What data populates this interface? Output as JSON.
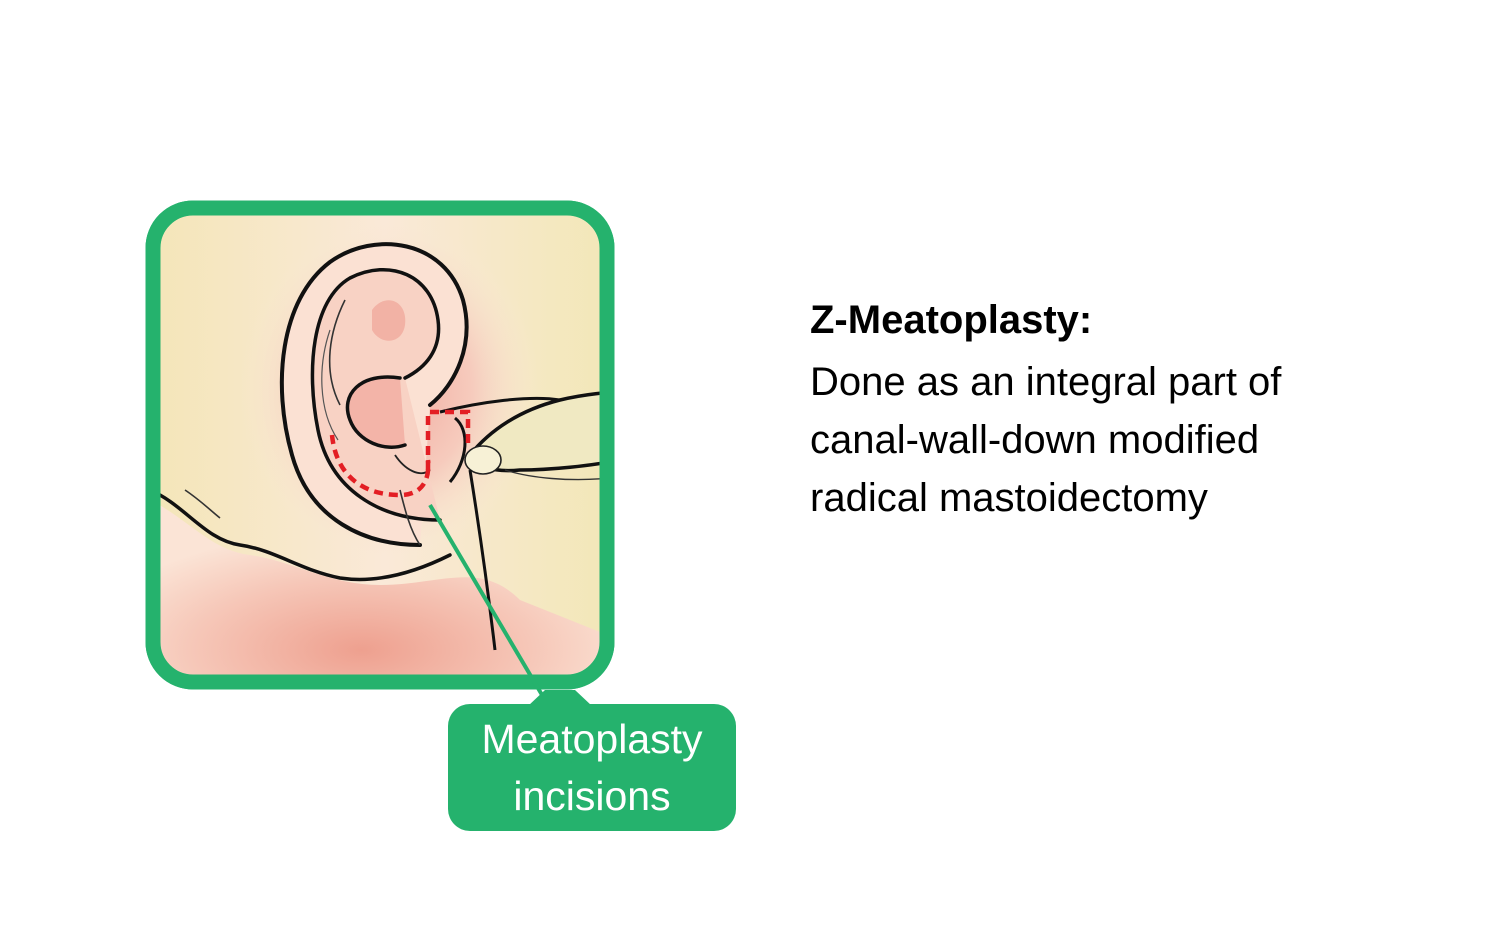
{
  "text_panel": {
    "title": "Z-Meatoplasty:",
    "description_lines": [
      "Done as an integral part of",
      "canal-wall-down modified",
      "radical mastoidectomy"
    ]
  },
  "callout": {
    "lines": [
      "Meatoplasty",
      "incisions"
    ]
  },
  "colors": {
    "frame_green": "#25b26d",
    "incision_red": "#e31e24",
    "skin_pink": "#f3a89a",
    "skin_yellow": "#f4ebbd",
    "outline_black": "#111111"
  },
  "icons": [
    "ear-illustration"
  ]
}
